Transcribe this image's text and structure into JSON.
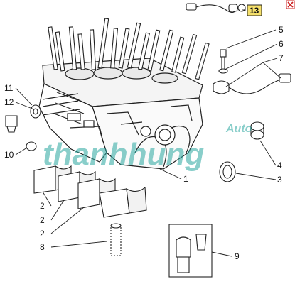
{
  "diagram": {
    "callouts": [
      "13",
      "5",
      "6",
      "7",
      "11",
      "12",
      "10",
      "1",
      "4",
      "3",
      "2",
      "2",
      "2",
      "8",
      "9"
    ],
    "watermark": {
      "brand": "thanhhung",
      "suffix": "Auto",
      "color": "#2aa7a0"
    },
    "close_icon": "close-icon",
    "colors": {
      "line": "#222222",
      "shade": "#eeeeee",
      "highlight_box": "#f5e06b",
      "close_red": "#cc2222"
    }
  }
}
